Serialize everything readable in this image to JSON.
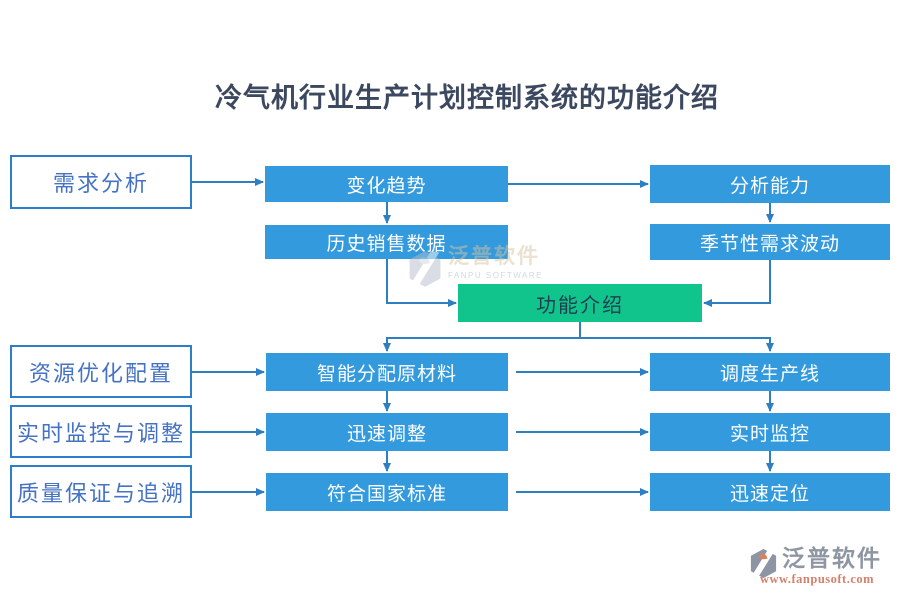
{
  "title": "冷气机行业生产计划控制系统的功能介绍",
  "diagram": {
    "left_nodes": [
      "需求分析",
      "资源优化配置",
      "实时监控与调整",
      "质量保证与追溯"
    ],
    "top_middle_nodes": [
      "变化趋势",
      "历史销售数据"
    ],
    "top_right_nodes": [
      "分析能力",
      "季节性需求波动"
    ],
    "center_node": "功能介绍",
    "bottom_middle_nodes": [
      "智能分配原材料",
      "迅速调整",
      "符合国家标准"
    ],
    "bottom_right_nodes": [
      "调度生产线",
      "实时监控",
      "迅速定位"
    ],
    "edges": [
      [
        "需求分析",
        "变化趋势"
      ],
      [
        "变化趋势",
        "分析能力"
      ],
      [
        "变化趋势",
        "历史销售数据"
      ],
      [
        "分析能力",
        "季节性需求波动"
      ],
      [
        "历史销售数据",
        "功能介绍"
      ],
      [
        "季节性需求波动",
        "功能介绍"
      ],
      [
        "功能介绍",
        "智能分配原材料"
      ],
      [
        "功能介绍",
        "调度生产线"
      ],
      [
        "资源优化配置",
        "智能分配原材料"
      ],
      [
        "实时监控与调整",
        "迅速调整"
      ],
      [
        "质量保证与追溯",
        "符合国家标准"
      ],
      [
        "智能分配原材料",
        "迅速调整"
      ],
      [
        "迅速调整",
        "符合国家标准"
      ],
      [
        "智能分配原材料",
        "调度生产线"
      ],
      [
        "迅速调整",
        "实时监控"
      ],
      [
        "符合国家标准",
        "迅速定位"
      ],
      [
        "调度生产线",
        "实时监控"
      ],
      [
        "实时监控",
        "迅速定位"
      ]
    ]
  },
  "watermark": {
    "brand": "泛普软件",
    "caption": "FANPU SOFTWARE"
  },
  "footer": {
    "brand": "泛普软件",
    "url": "www.fanpusoft.com"
  },
  "colors": {
    "node_fill_blue": "#349ade",
    "node_border_blue": "#2b7ec7",
    "node_text_blue": "#4472c4",
    "highlight_green": "#10c48c",
    "green_text": "#1d3e50",
    "arrow_blue": "#2d7fc1",
    "title_text": "#3c4760",
    "footer_url": "#d5806b"
  }
}
